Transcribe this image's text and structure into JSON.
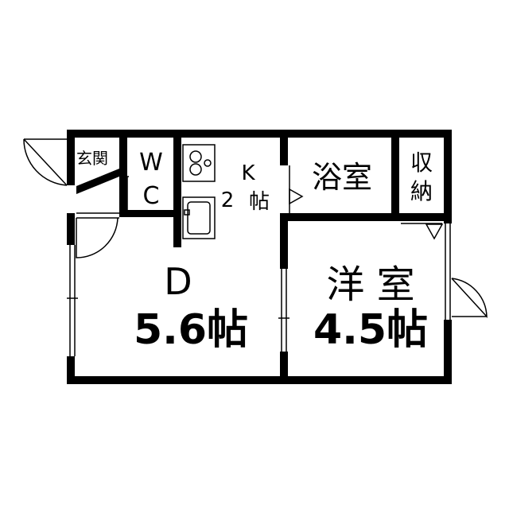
{
  "rooms": {
    "genkan": {
      "label": "玄関"
    },
    "wc": {
      "line1": "W",
      "line2": "C"
    },
    "kitchen": {
      "letter": "K",
      "number": "2",
      "unit": "帖"
    },
    "bath": {
      "label": "浴室"
    },
    "storage": {
      "line1": "収",
      "line2": "納"
    },
    "dining": {
      "letter": "D",
      "size": "5.6帖"
    },
    "western": {
      "label": "洋 室",
      "size": "4.5帖"
    }
  }
}
